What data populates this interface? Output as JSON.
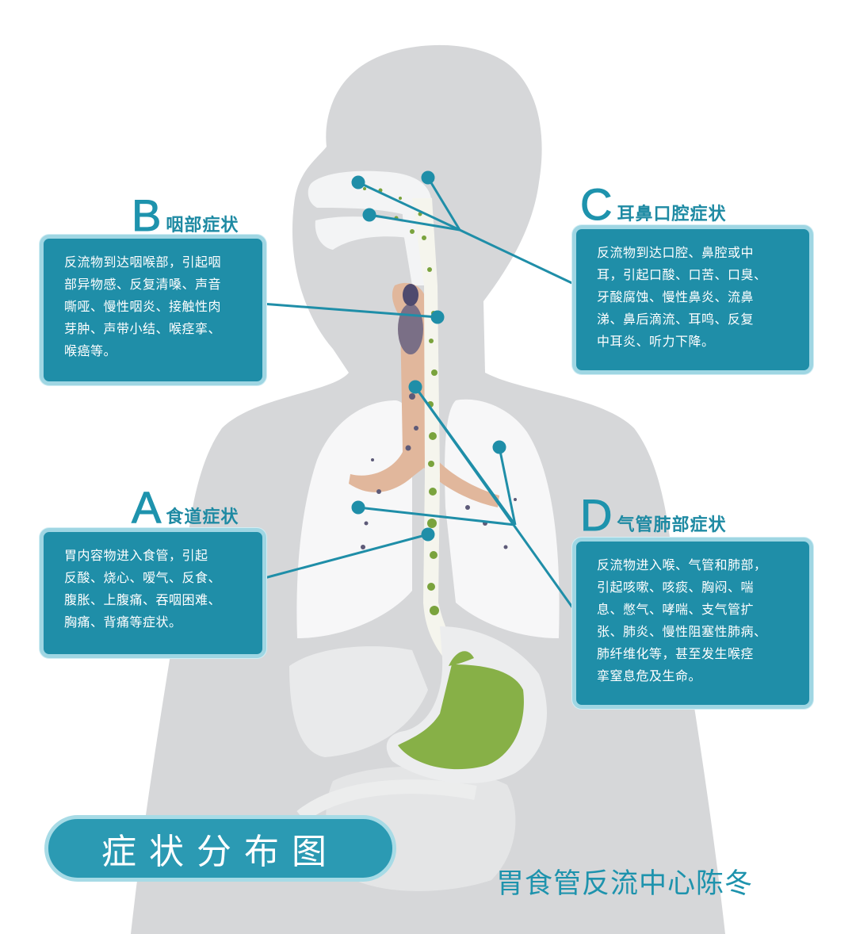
{
  "labels": {
    "A": {
      "letter": "A",
      "title": "食道症状"
    },
    "B": {
      "letter": "B",
      "title": "咽部症状"
    },
    "C": {
      "letter": "C",
      "title": "耳鼻口腔症状"
    },
    "D": {
      "letter": "D",
      "title": "气管肺部症状"
    }
  },
  "boxes": {
    "A": [
      "胃内容物进入食管，引起",
      "反酸、烧心、嗳气、反食、",
      "腹胀、上腹痛、吞咽困难、",
      "胸痛、背痛等症状。"
    ],
    "B": [
      "反流物到达咽喉部，引起咽",
      "部异物感、反复清嗓、声音",
      "嘶哑、慢性咽炎、接触性肉",
      "芽肿、声带小结、喉痉挛、",
      "喉癌等。"
    ],
    "C": [
      "反流物到达口腔、鼻腔或中",
      "耳，引起口酸、口苦、口臭、",
      "牙酸腐蚀、慢性鼻炎、流鼻",
      "涕、鼻后滴流、耳鸣、反复",
      "中耳炎、听力下降。"
    ],
    "D": [
      "反流物进入喉、气管和肺部，",
      "引起咳嗽、咳痰、胸闷、喘",
      "息、憋气、哮喘、支气管扩",
      "张、肺炎、慢性阻塞性肺病、",
      "肺纤维化等，甚至发生喉痉",
      "挛窒息危及生命。"
    ]
  },
  "banner": "症状分布图",
  "credit": "胃食管反流中心陈冬",
  "colors": {
    "accent": "#1f8ea8",
    "box_border": "#9fd6e3",
    "body_silhouette": "#d6d7d9",
    "stomach": "#87b047",
    "esophagus_dots": "#6e9a3a",
    "trachea": "#e1b79c"
  }
}
